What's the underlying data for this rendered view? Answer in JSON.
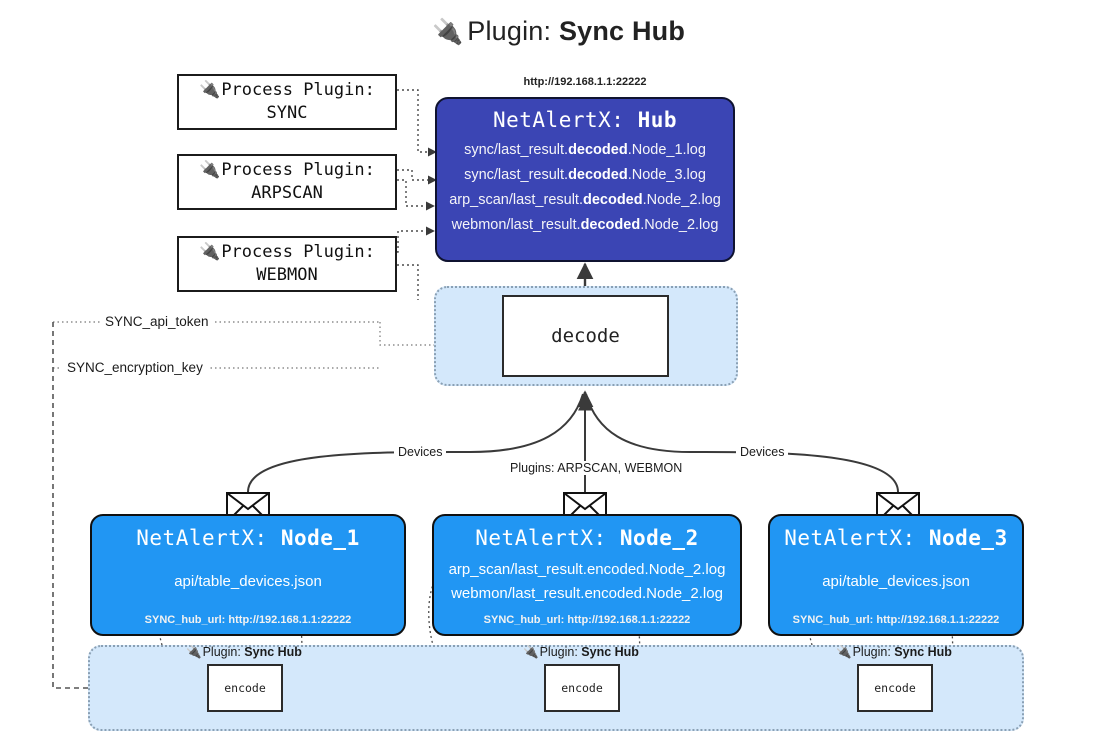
{
  "title": {
    "icon": "plug-icon",
    "prefix": "Plugin:",
    "name": "Sync Hub"
  },
  "hub": {
    "url_label": "http://192.168.1.1:22222",
    "header_prefix": "NetAlertX:",
    "header_name": "Hub",
    "color": "#3b45b4",
    "lines": [
      {
        "pre": "sync/last_result.",
        "em": "decoded",
        "post": ".Node_1.log"
      },
      {
        "pre": "sync/last_result.",
        "em": "decoded",
        "post": ".Node_3.log"
      },
      {
        "pre": "arp_scan/last_result.",
        "em": "decoded",
        "post": ".Node_2.log"
      },
      {
        "pre": "webmon/last_result.",
        "em": "decoded",
        "post": ".Node_2.log"
      }
    ]
  },
  "process_plugins": [
    {
      "icon": "plug-icon",
      "line1": "Process Plugin:",
      "line2": "SYNC"
    },
    {
      "icon": "plug-icon",
      "line1": "Process Plugin:",
      "line2": "ARPSCAN"
    },
    {
      "icon": "plug-icon",
      "line1": "Process Plugin:",
      "line2": "WEBMON"
    }
  ],
  "decode": {
    "label": "decode"
  },
  "secrets": [
    {
      "label": "SYNC_api_token"
    },
    {
      "label": "SYNC_encryption_key"
    }
  ],
  "edge_labels": {
    "devices_left": "Devices",
    "devices_right": "Devices",
    "plugins_middle": "Plugins: ARPSCAN, WEBMON"
  },
  "nodes": [
    {
      "header_prefix": "NetAlertX:",
      "header_name": "Node_1",
      "color": "#2196f3",
      "lines": [
        "api/table_devices.json"
      ],
      "footer": "SYNC_hub_url: http://192.168.1.1:22222",
      "envelope_icon": "envelope-icon"
    },
    {
      "header_prefix": "NetAlertX:",
      "header_name": "Node_2",
      "color": "#2196f3",
      "lines": [
        "arp_scan/last_result.encoded.Node_2.log",
        "webmon/last_result.encoded.Node_2.log"
      ],
      "footer": "SYNC_hub_url: http://192.168.1.1:22222",
      "envelope_icon": "envelope-icon"
    },
    {
      "header_prefix": "NetAlertX:",
      "header_name": "Node_3",
      "color": "#2196f3",
      "lines": [
        "api/table_devices.json"
      ],
      "footer": "SYNC_hub_url: http://192.168.1.1:22222",
      "envelope_icon": "envelope-icon"
    }
  ],
  "encoders": [
    {
      "icon": "plug-icon",
      "plugin_prefix": "Plugin:",
      "plugin_name": "Sync Hub",
      "label": "encode"
    },
    {
      "icon": "plug-icon",
      "plugin_prefix": "Plugin:",
      "plugin_name": "Sync Hub",
      "label": "encode"
    },
    {
      "icon": "plug-icon",
      "plugin_prefix": "Plugin:",
      "plugin_name": "Sync Hub",
      "label": "encode"
    }
  ]
}
